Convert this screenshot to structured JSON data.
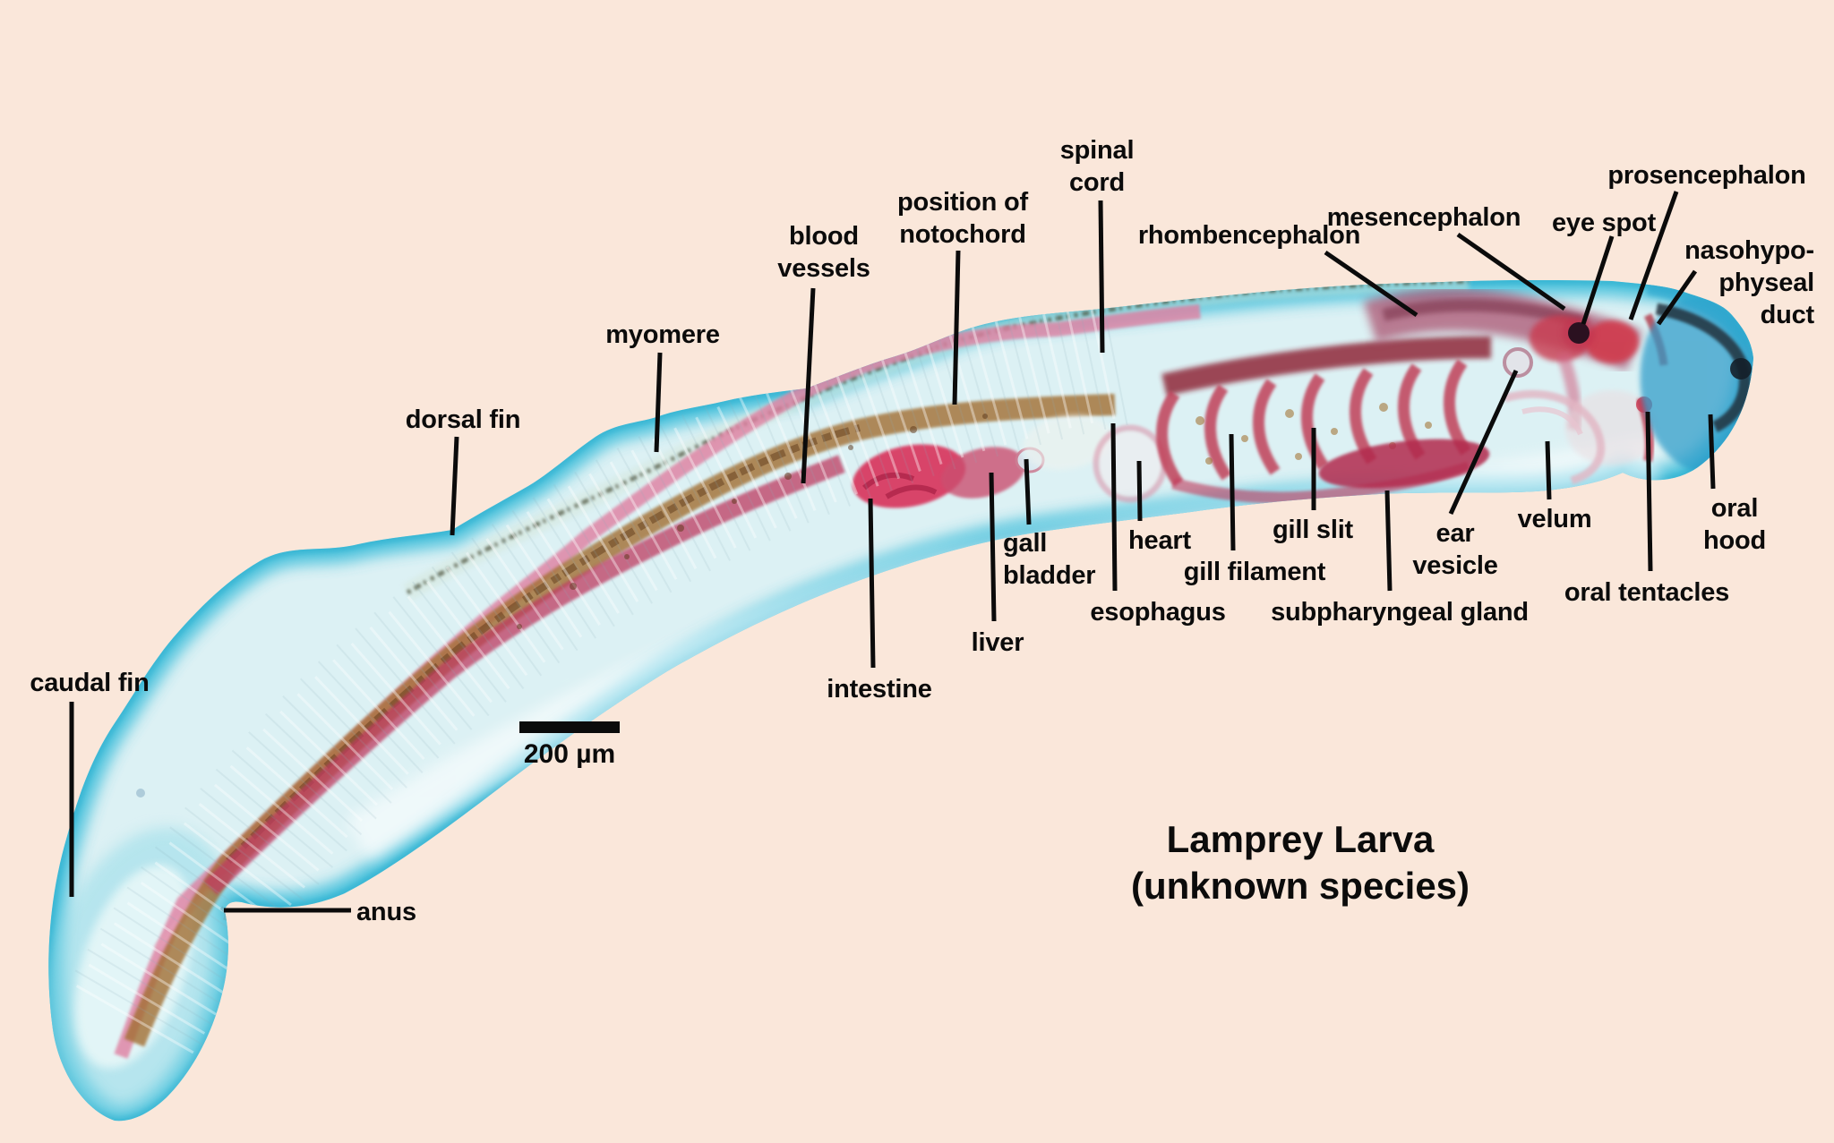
{
  "figure": {
    "title": "Lamprey Larva\n(unknown species)",
    "scale_bar": {
      "label": "200 µm"
    }
  },
  "labels": {
    "caudal_fin": "caudal fin",
    "anus": "anus",
    "dorsal_fin": "dorsal fin",
    "myomere": "myomere",
    "blood_vessels": "blood\nvessels",
    "position_of_notochord": "position of\nnotochord",
    "spinal_cord": "spinal\ncord",
    "rhombencephalon": "rhombencephalon",
    "mesencephalon": "mesencephalon",
    "eye_spot": "eye spot",
    "prosencephalon": "prosencephalon",
    "nasohypophyseal_duct": "nasohypo-\nphyseal\nduct",
    "intestine": "intestine",
    "liver": "liver",
    "gall_bladder": "gall\nbladder",
    "esophagus": "esophagus",
    "heart": "heart",
    "gill_filament": "gill filament",
    "gill_slit": "gill slit",
    "subpharyngeal_gland": "subpharyngeal gland",
    "ear_vesicle": "ear\nvesicle",
    "velum": "velum",
    "oral_tentacles": "oral tentacles",
    "oral_hood": "oral hood"
  },
  "colors": {
    "background": "#FAE7DA",
    "body_fill": "#DCF1F4",
    "edge_cyan": "#45C0DB",
    "oral_hood_blue": "#2D9CC9",
    "stripe_pink": "#DF7FA0",
    "notochord_gold": "#A26E33",
    "gut_crimson": "#BE3B60",
    "intestine_red": "#D8305A",
    "gill_red": "#C04058",
    "brain_magenta": "#A84868",
    "eye_spot_dark": "#2B1120",
    "label_text": "#0B0B0B"
  }
}
